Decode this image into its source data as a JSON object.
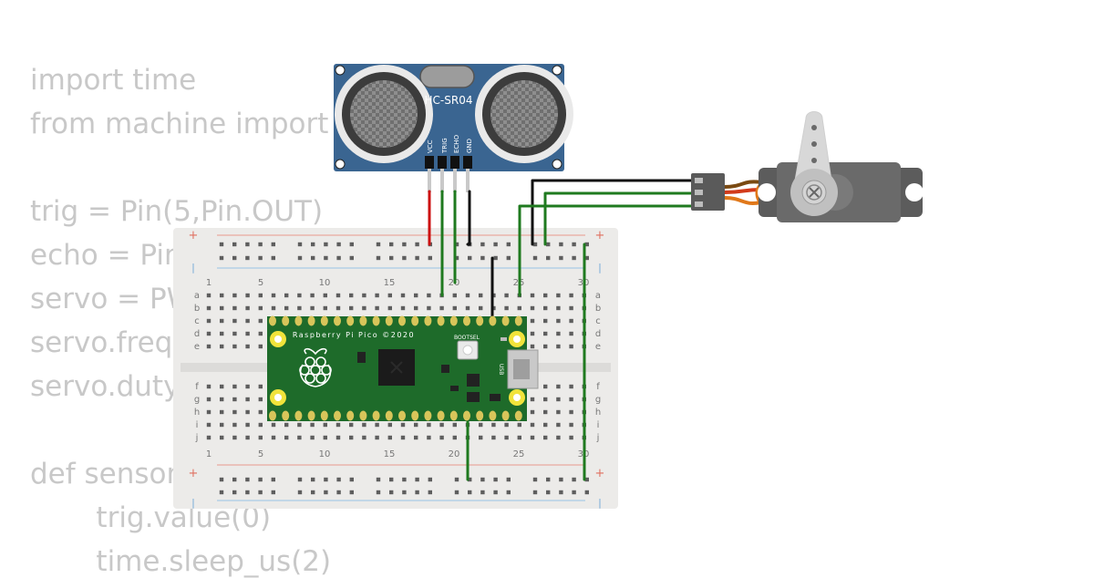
{
  "code_lines": [
    "import time",
    "from machine import",
    "",
    "trig = Pin(5,Pin.OUT)",
    "echo = Pin",
    "servo = PW",
    "servo.freq(",
    "servo.duty",
    "",
    "def sensor",
    "    trig.value(0)",
    "    time.sleep_us(2)"
  ],
  "sensor": {
    "name": "HC-SR04",
    "pins": [
      "VCC",
      "TRIG",
      "ECHO",
      "GND"
    ]
  },
  "pico": {
    "label": "Raspberry Pi Pico ©2020",
    "bootsel": "BOOTSEL",
    "usb": "USB"
  },
  "breadboard": {
    "column_numbers": [
      "1",
      "5",
      "10",
      "15",
      "20",
      "25",
      "30"
    ],
    "rows_top": [
      "a",
      "b",
      "c",
      "d",
      "e"
    ],
    "rows_bottom": [
      "f",
      "g",
      "h",
      "i",
      "j"
    ],
    "plus_sign": "+",
    "minus_sign": "|"
  },
  "wire_colors": {
    "vcc": "#cc1010",
    "gnd": "#111111",
    "signal": "#1f7a1f",
    "servo_brown": "#7a4a12",
    "servo_orange": "#e0781a"
  }
}
